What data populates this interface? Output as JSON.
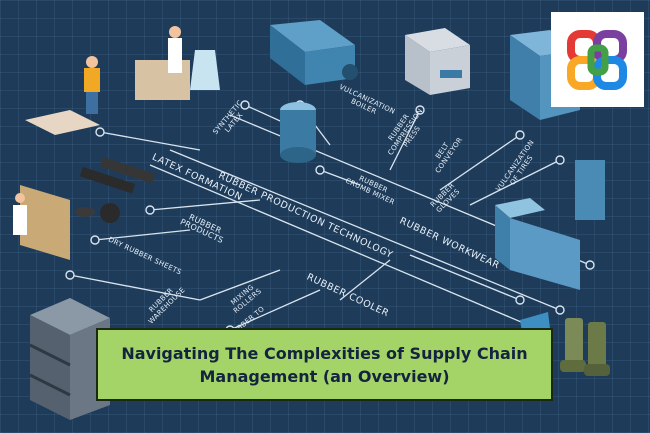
{
  "banner": {
    "title": "Navigating The Complexities of Supply Chain Management (an Overview)"
  },
  "diagram": {
    "center_label": "RUBBER PRODUCTION TECHNOLOGY",
    "branches": {
      "latex_formation": "LATEX FORMATION",
      "rubber_workwear": "RUBBER WORKWEAR",
      "rubber_cooler": "RUBBER COOLER"
    },
    "labels": {
      "synthetic_latex": "SYNTHETIC\nLATEX",
      "vulcanization_boiler": "VULCANIZATION\nBOILER",
      "rubber_compression_press": "RUBBER\nCOMPRESSION\nPRESS",
      "belt_conveyor": "BELT\nCONVEYOR",
      "vulcanization_of_tires": "VULCANIZATION\nOF TIRES",
      "rubber_crumb_mixer": "RUBBER\nCRUMB MIXER",
      "rubber_gloves": "RUBBER\nGLOVES",
      "rubber_products": "RUBBER\nPRODUCTS",
      "dry_rubber_sheets": "DRY RUBBER SHEETS",
      "rubber_warehouse": "RUBBER\nWAREHOUSE",
      "mixing_rollers": "MIXING\nROLLERS",
      "rubber_to": "RUBBER TO"
    }
  },
  "colors": {
    "background": "#1e3c5a",
    "banner_fill": "#a4d468",
    "banner_text": "#14233f",
    "line": "#d9e4ee"
  },
  "logo": {
    "name": "interlocking-rings-logo"
  }
}
